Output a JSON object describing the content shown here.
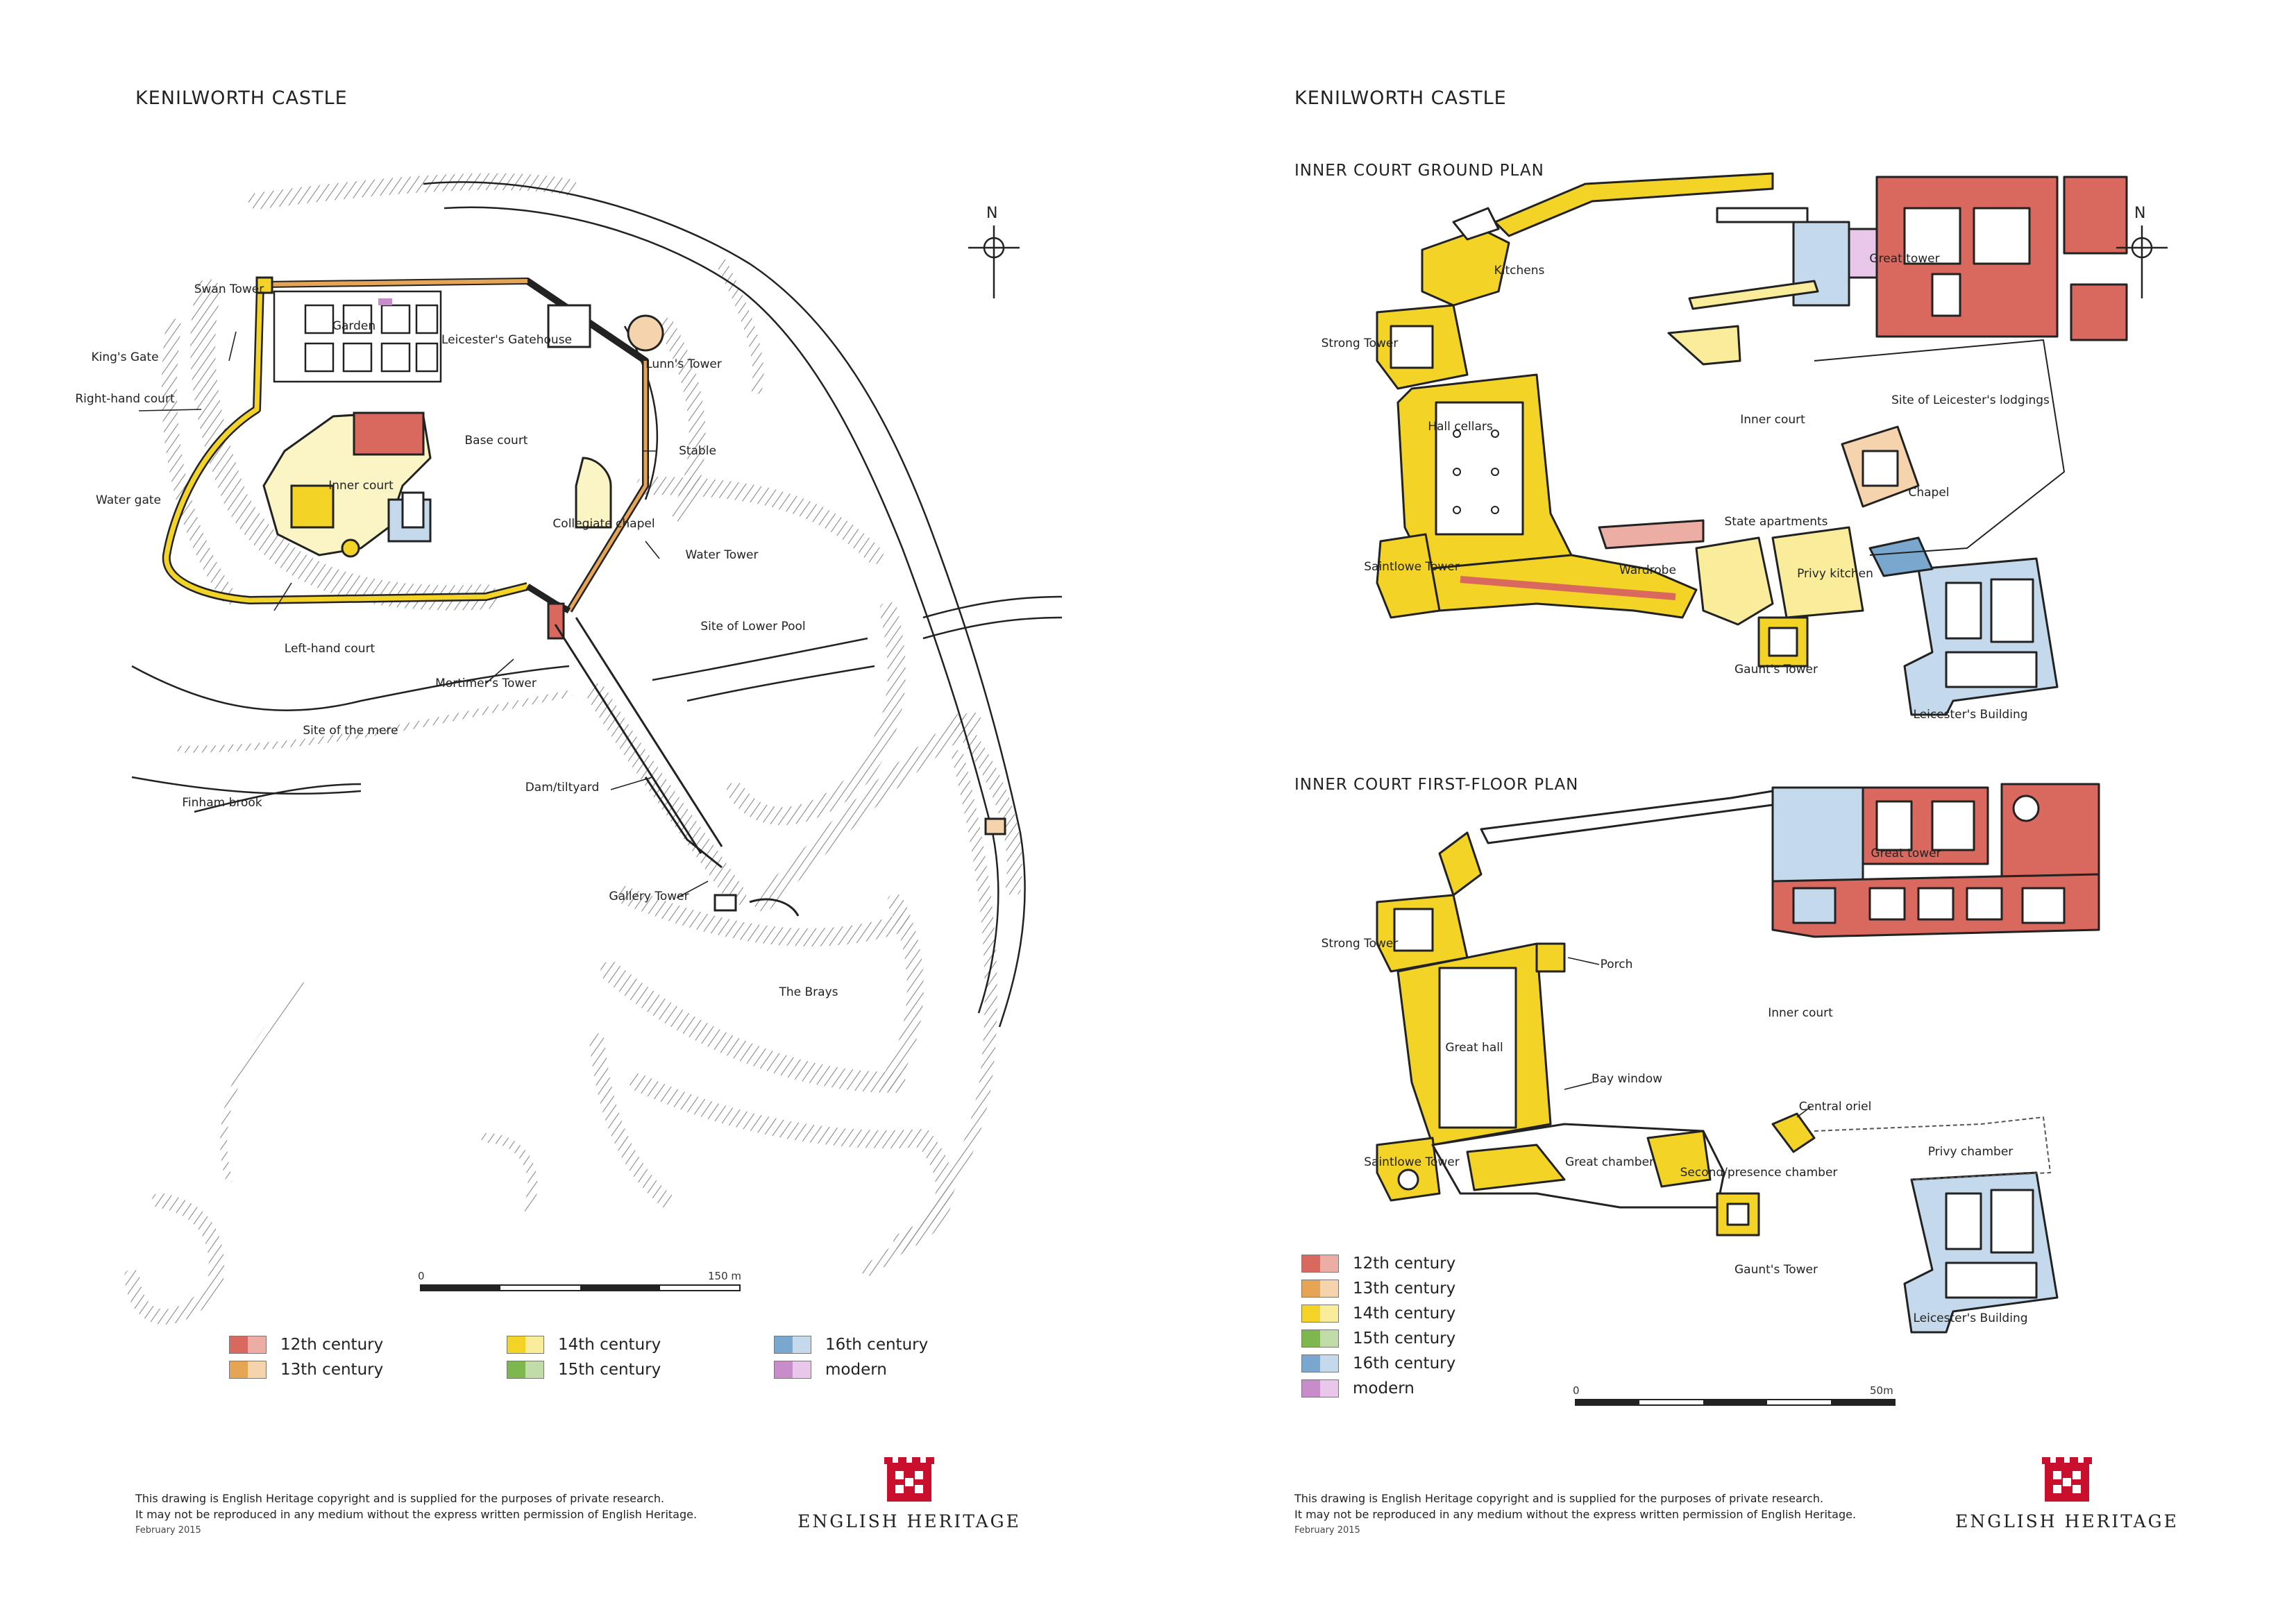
{
  "pages": [
    {
      "title": "KENILWORTH CASTLE",
      "plan_labels": {
        "swan_tower": "Swan Tower",
        "kings_gate": "King's Gate",
        "right_hand_court": "Right-hand court",
        "water_gate": "Water gate",
        "garden": "Garden",
        "leicesters_gatehouse": "Leicester's Gatehouse",
        "lunns_tower": "Lunn's Tower",
        "inner_court": "Inner court",
        "base_court": "Base court",
        "stable": "Stable",
        "collegiate_chapel": "Collegiate chapel",
        "water_tower": "Water Tower",
        "left_hand_court": "Left-hand court",
        "mortimers_tower": "Mortimer's Tower",
        "site_of_lower_pool": "Site of Lower Pool",
        "site_of_the_mere": "Site of the mere",
        "finham_brook": "Finham brook",
        "dam_tiltyard": "Dam/tiltyard",
        "gallery_tower": "Gallery Tower",
        "the_brays": "The Brays"
      },
      "north": "N",
      "scale": {
        "start": "0",
        "end": "150 m"
      },
      "legend": [
        {
          "label": "12th century",
          "colors": [
            "#d9685e",
            "#ecaea4"
          ]
        },
        {
          "label": "13th century",
          "colors": [
            "#e6a555",
            "#f5d3ad"
          ]
        },
        {
          "label": "14th century",
          "colors": [
            "#f2d326",
            "#f9ec9a"
          ]
        },
        {
          "label": "15th century",
          "colors": [
            "#7fb74f",
            "#c1dca8"
          ]
        },
        {
          "label": "16th century",
          "colors": [
            "#79a7ce",
            "#c4d9ec"
          ]
        },
        {
          "label": "modern",
          "colors": [
            "#c98ccb",
            "#e8c7ea"
          ]
        }
      ],
      "footer": {
        "line1": "This drawing is English Heritage copyright and is supplied for the purposes of private research.",
        "line2": "It may not be reproduced in any medium without the express written permission of English Heritage.",
        "date": "February 2015"
      },
      "logo_text": "ENGLISH HERITAGE"
    },
    {
      "title": "KENILWORTH CASTLE",
      "ground_plan_title": "INNER COURT GROUND PLAN",
      "first_floor_title": "INNER COURT FIRST-FLOOR PLAN",
      "ground_labels": {
        "kitchens": "Kitchens",
        "great_tower": "Great tower",
        "strong_tower": "Strong Tower",
        "hall_cellars": "Hall cellars",
        "inner_court": "Inner court",
        "site_of_leicesters_lodgings": "Site of Leicester's lodgings",
        "chapel": "Chapel",
        "state_apartments": "State apartments",
        "saintlowe_tower": "Saintlowe Tower",
        "wardrobe": "Wardrobe",
        "privy_kitchen": "Privy kitchen",
        "gaunts_tower": "Gaunt's Tower",
        "leicesters_building": "Leicester's Building"
      },
      "first_labels": {
        "great_tower": "Great tower",
        "strong_tower": "Strong Tower",
        "porch": "Porch",
        "inner_court": "Inner court",
        "great_hall": "Great hall",
        "bay_window": "Bay window",
        "central_oriel": "Central oriel",
        "saintlowe_tower": "Saintlowe Tower",
        "great_chamber": "Great chamber",
        "second_presence_chamber": "Second/presence chamber",
        "privy_chamber": "Privy chamber",
        "gaunts_tower": "Gaunt's Tower",
        "leicesters_building": "Leicester's Building"
      },
      "north": "N",
      "scale": {
        "start": "0",
        "end": "50m"
      },
      "legend": [
        {
          "label": "12th century",
          "colors": [
            "#d9685e",
            "#ecaea4"
          ]
        },
        {
          "label": "13th century",
          "colors": [
            "#e6a555",
            "#f5d3ad"
          ]
        },
        {
          "label": "14th century",
          "colors": [
            "#f2d326",
            "#f9ec9a"
          ]
        },
        {
          "label": "15th century",
          "colors": [
            "#7fb74f",
            "#c1dca8"
          ]
        },
        {
          "label": "16th century",
          "colors": [
            "#79a7ce",
            "#c4d9ec"
          ]
        },
        {
          "label": "modern",
          "colors": [
            "#c98ccb",
            "#e8c7ea"
          ]
        }
      ],
      "footer": {
        "line1": "This drawing is English Heritage copyright and is supplied for the purposes of private research.",
        "line2": "It may not be reproduced in any medium without the express written permission of English Heritage.",
        "date": "February 2015"
      },
      "logo_text": "ENGLISH HERITAGE"
    }
  ]
}
